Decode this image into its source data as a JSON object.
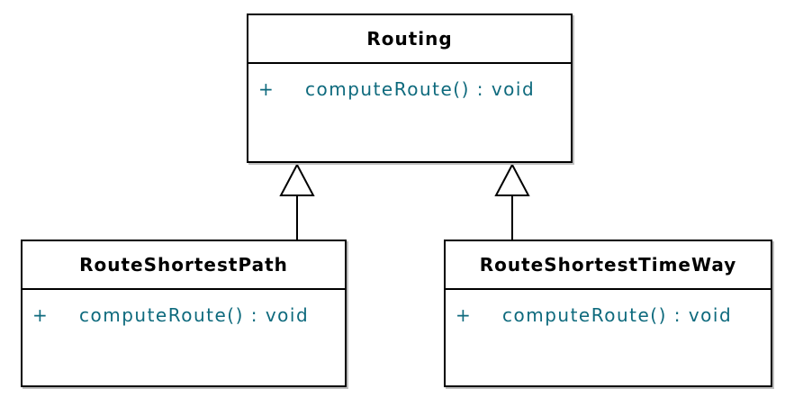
{
  "diagram": {
    "type": "uml-class-diagram",
    "colors": {
      "box_fill": "#ffffff",
      "box_border": "#000000",
      "class_name_text": "#000000",
      "member_text": "#0e6a7d"
    },
    "classes": [
      {
        "name": "Routing",
        "methods": [
          {
            "visibility": "+",
            "signature": "computeRoute() : void"
          }
        ]
      },
      {
        "name": "RouteShortestPath",
        "methods": [
          {
            "visibility": "+",
            "signature": "computeRoute() : void"
          }
        ]
      },
      {
        "name": "RouteShortestTimeWay",
        "methods": [
          {
            "visibility": "+",
            "signature": "computeRoute() : void"
          }
        ]
      }
    ],
    "relations": [
      {
        "type": "generalization",
        "from": "RouteShortestPath",
        "to": "Routing"
      },
      {
        "type": "generalization",
        "from": "RouteShortestTimeWay",
        "to": "Routing"
      }
    ]
  }
}
